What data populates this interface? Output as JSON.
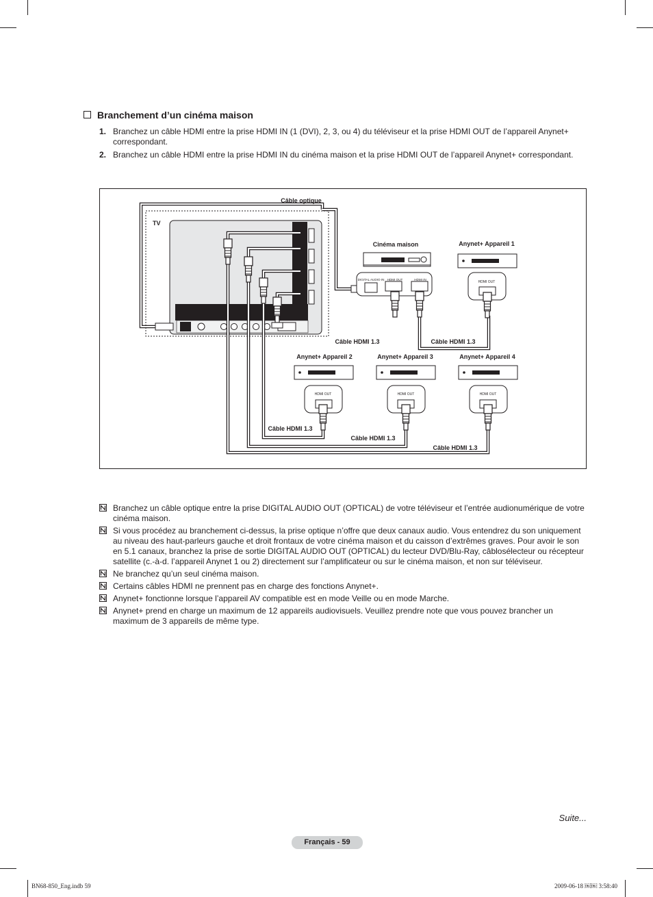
{
  "section": {
    "title": "Branchement d’un cinéma maison",
    "steps": [
      {
        "num": "1.",
        "text": "Branchez un câble HDMI entre la prise HDMI IN (1 (DVI), 2, 3, ou 4) du téléviseur et la prise HDMI OUT de l’appareil Anynet+ correspondant."
      },
      {
        "num": "2.",
        "text": "Branchez un câble HDMI entre la prise HDMI IN du cinéma maison et la prise HDMI OUT de l’appareil Anynet+ correspondant."
      }
    ]
  },
  "diagram": {
    "optical_label": "Câble optique",
    "tv_label": "TV",
    "home_theater_label": "Cinéma maison",
    "port_digital": "DIGITAL AUDIO IN",
    "port_hdmi_out": "HDMI OUT",
    "port_hdmi_in": "HDMI IN",
    "device1": "Anynet+ Appareil 1",
    "device2": "Anynet+ Appareil 2",
    "device3": "Anynet+ Appareil 3",
    "device4": "Anynet+ Appareil 4",
    "device_port": "HDMI OUT",
    "cable_hdmi": "Câble HDMI 1.3"
  },
  "notes": [
    "Branchez un câble optique entre la prise DIGITAL AUDIO OUT (OPTICAL) de votre téléviseur et l’entrée audionumérique de votre cinéma maison.",
    "Si vous procédez au branchement ci-dessus, la prise optique n’offre que deux canaux audio. Vous entendrez du son uniquement au niveau des haut-parleurs gauche et droit frontaux de votre cinéma maison et du caisson d’extrêmes graves. Pour avoir le son en 5.1 canaux, branchez la prise de sortie DIGITAL AUDIO OUT (OPTICAL) du lecteur DVD/Blu-Ray, câblosélecteur ou récepteur satellite (c.-à-d. l’appareil Anynet 1 ou 2) directement sur l’amplificateur ou sur le cinéma maison, et non sur téléviseur.",
    "Ne branchez qu’un seul cinéma maison.",
    "Certains câbles HDMI ne prennent pas en charge des fonctions Anynet+.",
    "Anynet+ fonctionne lorsque l’appareil AV compatible est en mode Veille ou en mode Marche.",
    "Anynet+ prend en charge un maximum de 12 appareils audiovisuels. Veuillez prendre note que vous pouvez brancher un maximum de 3 appareils de même type."
  ],
  "footer": {
    "suite": "Suite...",
    "page": "Français - 59",
    "slug_left": "BN68-850_Eng.indb   59",
    "slug_right": "2009-06-18   ￼￼ 3:58:40"
  }
}
